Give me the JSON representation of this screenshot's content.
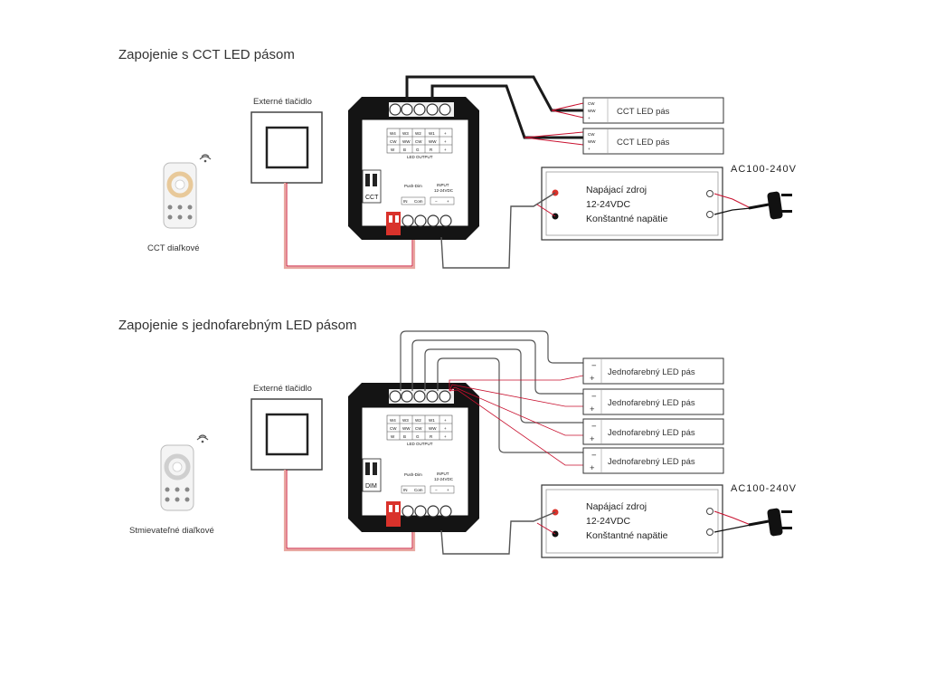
{
  "sections": [
    {
      "title": "Zapojenie s CCT LED pásom",
      "button_label": "Externé tlačidlo",
      "remote_label": "CCT diaľkové",
      "mode_label": "CCT",
      "strips": [
        "CCT LED pás",
        "CCT LED pás"
      ],
      "strip_terminals": [
        "CW",
        "WW",
        "+"
      ],
      "psu": {
        "line1": "Napájací zdroj",
        "line2": "12-24VDC",
        "line3": "Konštantné napätie"
      },
      "ac_label": "AC100-240V"
    },
    {
      "title": "Zapojenie s jednofarebným LED pásom",
      "button_label": "Externé tlačidlo",
      "remote_label": "Stmievateľné diaľkové",
      "mode_label": "DIM",
      "strips": [
        "Jednofarebný LED pás",
        "Jednofarebný LED pás",
        "Jednofarebný LED pás",
        "Jednofarebný LED pás"
      ],
      "strip_terminals": [
        "−",
        "+"
      ],
      "psu": {
        "line1": "Napájací zdroj",
        "line2": "12-24VDC",
        "line3": "Konštantné napätie"
      },
      "ac_label": "AC100-240V"
    }
  ],
  "controller": {
    "grid_row1": [
      "W4",
      "W3",
      "W2",
      "W1",
      "+"
    ],
    "grid_row2": [
      "CW",
      "WW",
      "CW",
      "WW",
      "+"
    ],
    "grid_row3": [
      "W",
      "B",
      "G",
      "R",
      "+"
    ],
    "output_label": "LED OUTPUT",
    "push_dim": "Push-Dim",
    "input_label": "INPUT",
    "input_voltage": "12-24VDC",
    "input_terminals": [
      "−",
      "+"
    ],
    "push_terminals": [
      "IN",
      "Com"
    ]
  },
  "colors": {
    "wire_red": "#c8102e",
    "wire_pink": "#e8a7a0",
    "wire_black": "#1a1a1a",
    "terminal_red": "#d9322b"
  }
}
